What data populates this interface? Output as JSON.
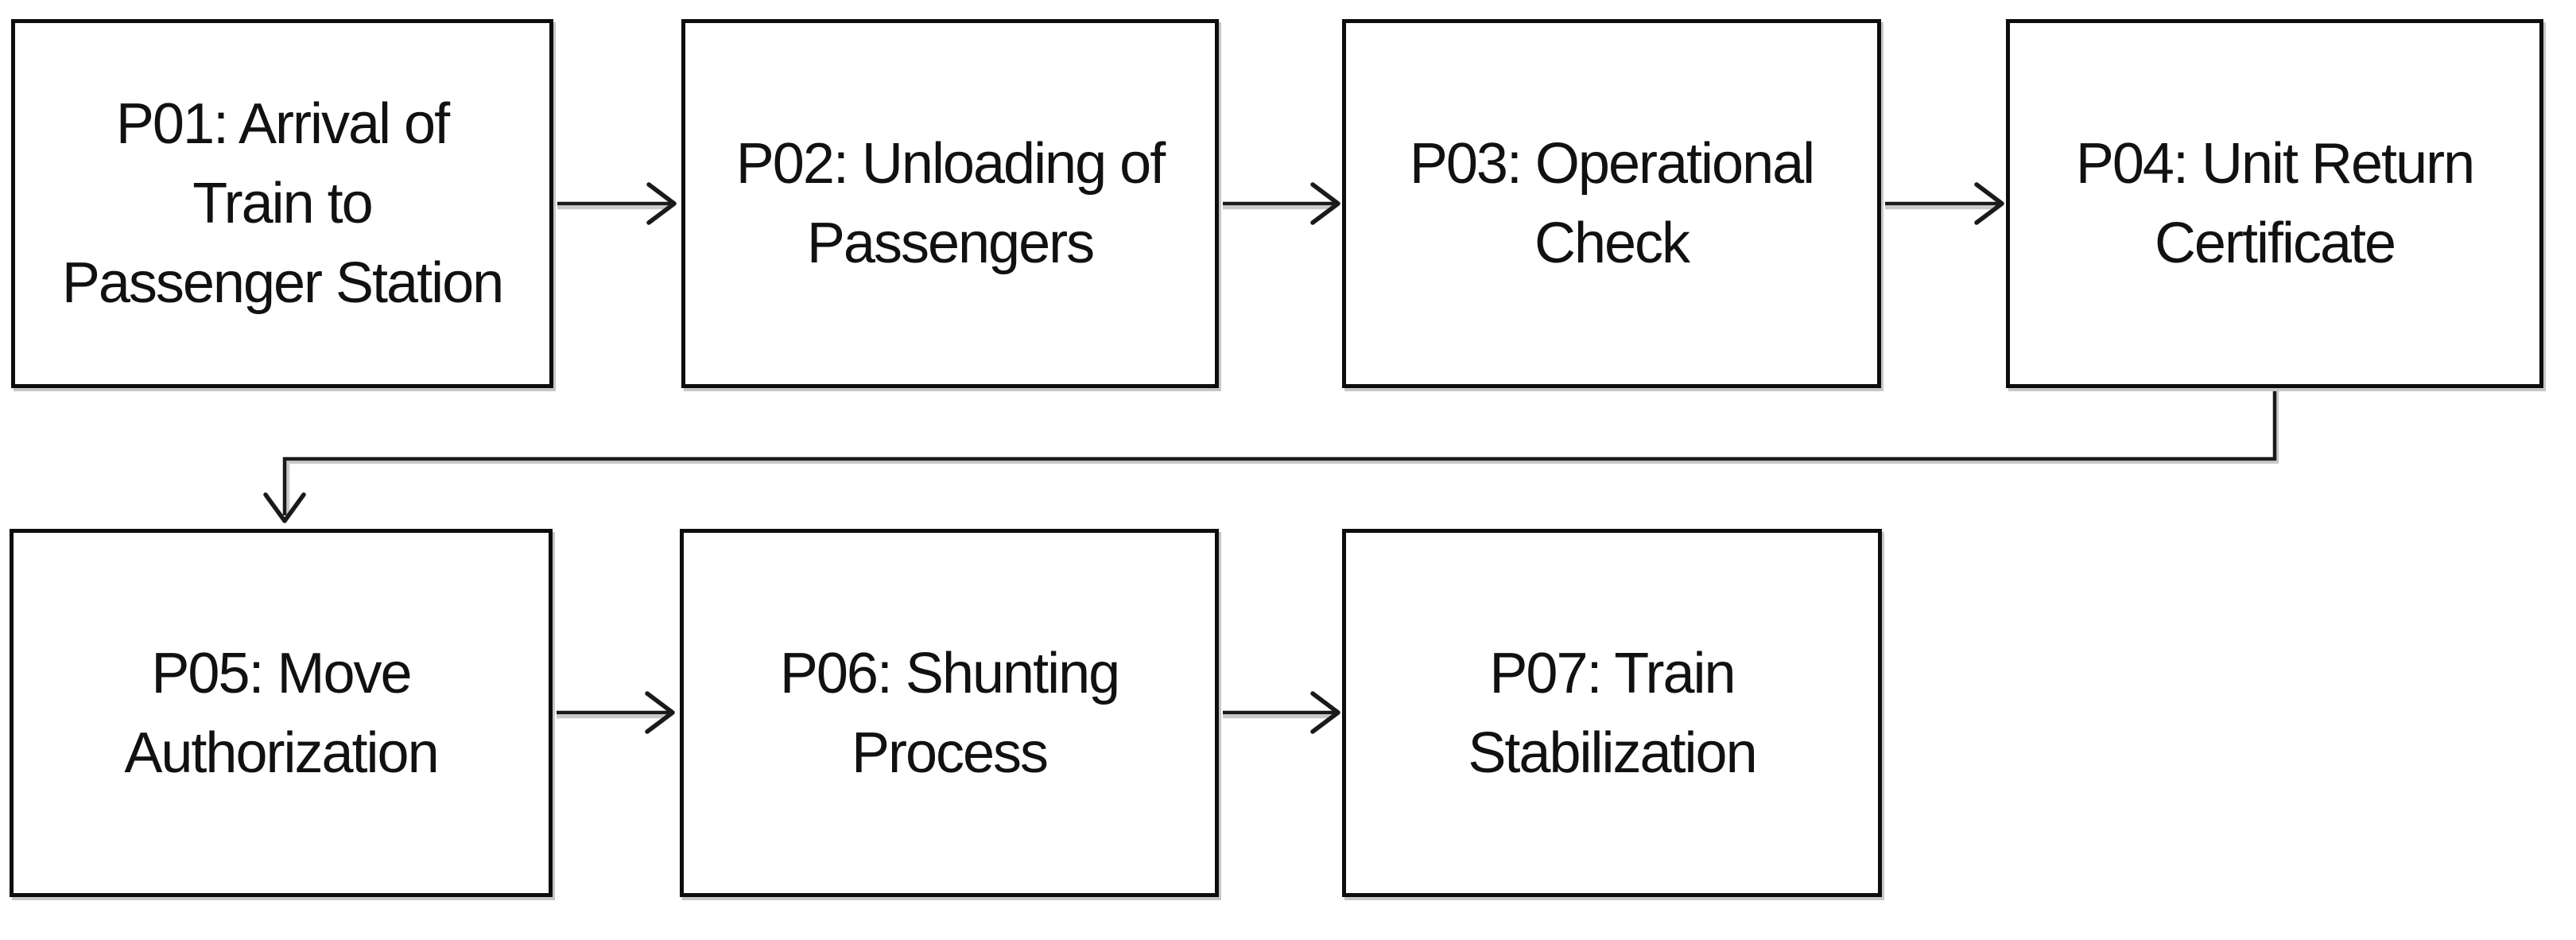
{
  "diagram": {
    "type": "flowchart",
    "background_color": "#ffffff",
    "box_border_color": "#0d0d0d",
    "arrow_color": "#1a1a1a",
    "text_color": "#111111",
    "nodes": [
      {
        "id": "P01",
        "label": "P01: Arrival of Train to Passenger Station",
        "lines": [
          "P01: Arrival of",
          "Train to",
          "Passenger Station"
        ]
      },
      {
        "id": "P02",
        "label": "P02: Unloading of Passengers",
        "lines": [
          "P02: Unloading of",
          "Passengers"
        ]
      },
      {
        "id": "P03",
        "label": "P03: Operational Check",
        "lines": [
          "P03: Operational",
          "Check"
        ]
      },
      {
        "id": "P04",
        "label": "P04: Unit Return Certificate",
        "lines": [
          "P04: Unit Return",
          "Certificate"
        ]
      },
      {
        "id": "P05",
        "label": "P05: Move Authorization",
        "lines": [
          "P05: Move",
          "Authorization"
        ]
      },
      {
        "id": "P06",
        "label": "P06: Shunting Process",
        "lines": [
          "P06: Shunting",
          "Process"
        ]
      },
      {
        "id": "P07",
        "label": "P07: Train Stabilization",
        "lines": [
          "P07: Train",
          "Stabilization"
        ]
      }
    ],
    "edges": [
      {
        "from": "P01",
        "to": "P02",
        "style": "straight-right-arrow"
      },
      {
        "from": "P02",
        "to": "P03",
        "style": "straight-right-arrow"
      },
      {
        "from": "P03",
        "to": "P04",
        "style": "straight-right-arrow"
      },
      {
        "from": "P04",
        "to": "P05",
        "style": "elbow-down-left-down-arrow"
      },
      {
        "from": "P05",
        "to": "P06",
        "style": "straight-right-arrow"
      },
      {
        "from": "P06",
        "to": "P07",
        "style": "straight-right-arrow"
      }
    ]
  }
}
